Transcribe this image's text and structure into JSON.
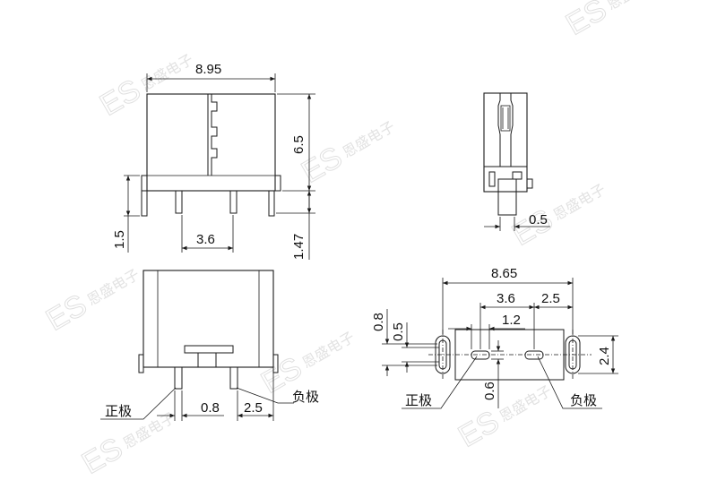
{
  "watermark": {
    "brand": "ES",
    "text": "恩盛电子"
  },
  "front_view": {
    "width_label": "8.95",
    "height_label": "6.5",
    "base_label": "1.5",
    "pin_spacing_label": "3.6",
    "pin_length_label": "1.47"
  },
  "side_view": {
    "pin_thickness_label": "0.5"
  },
  "bottom_view": {
    "pin_width_label": "0.8",
    "pin_offset_label": "2.5",
    "positive_label": "正极",
    "negative_label": "负极"
  },
  "footprint": {
    "overall_label": "8.65",
    "pad_spacing_label": "3.6",
    "pad_to_hole_label": "2.5",
    "pad_length_label": "1.2",
    "hole_dia_outer_label": "0.8",
    "hole_dia_inner_label": "0.5",
    "pad_width_label": "0.6",
    "hole_length_label": "2.4",
    "positive_label": "正极",
    "negative_label": "负极"
  }
}
